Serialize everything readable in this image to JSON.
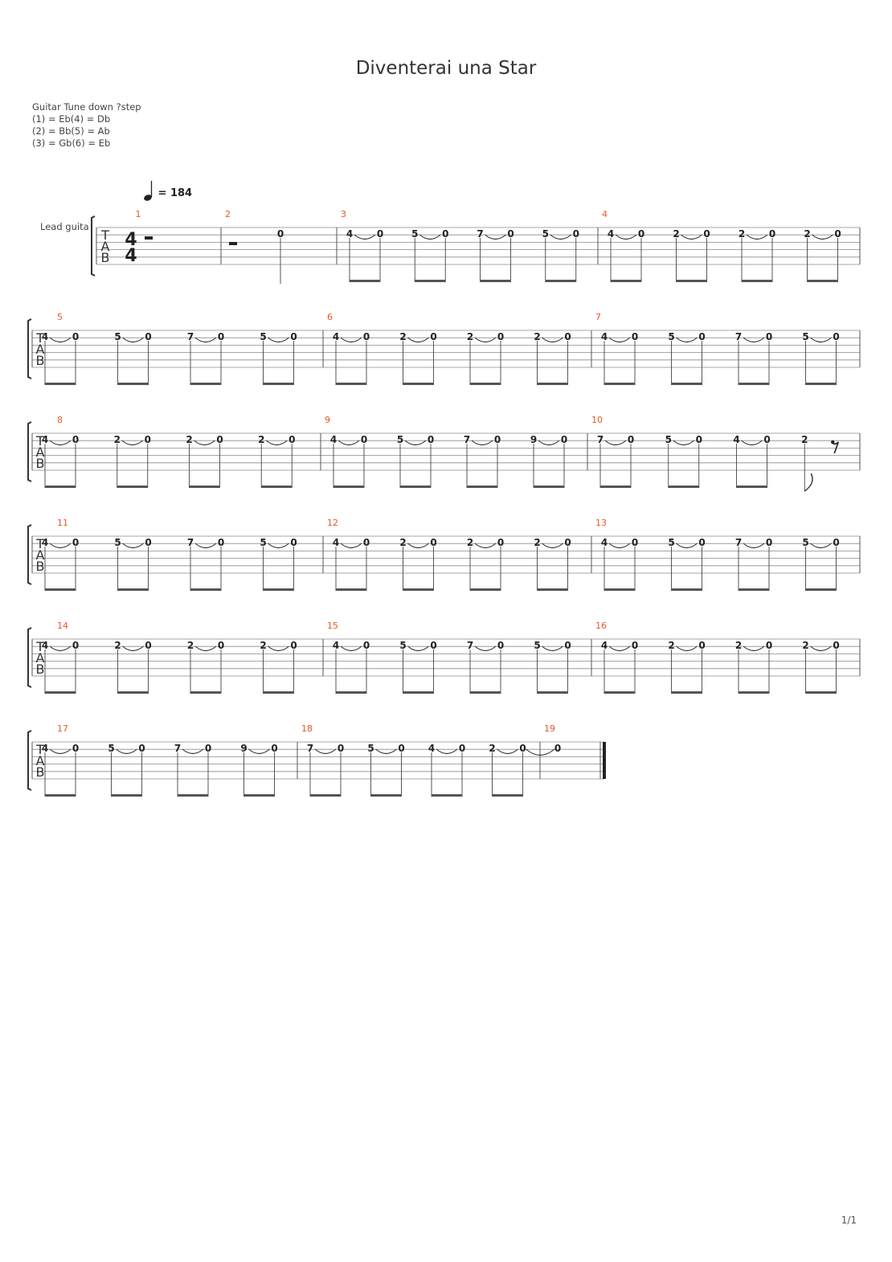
{
  "title": "Diventerai una Star",
  "tuning": {
    "header": "Guitar Tune down ?step",
    "lines": [
      "(1) = Eb(4) = Db",
      "(2) = Bb(5) = Ab",
      "(3) = Gb(6) = Eb"
    ]
  },
  "tempo": {
    "label": "= 184",
    "bpm": 184
  },
  "instrument": "Lead guita",
  "time_signature": {
    "top": "4",
    "bottom": "4"
  },
  "tab_clef": [
    "T",
    "A",
    "B"
  ],
  "colors": {
    "measure_number": "#e8572a",
    "staff": "#8a8a8a",
    "text": "#222222"
  },
  "measures": [
    {
      "number": "1",
      "content": "rest"
    },
    {
      "number": "2",
      "content": "half-rest",
      "last_note": "0"
    },
    {
      "number": "3",
      "pairs": [
        "4",
        "5",
        "7",
        "5"
      ]
    },
    {
      "number": "4",
      "pairs": [
        "4",
        "2",
        "2",
        "2"
      ]
    },
    {
      "number": "5",
      "pairs": [
        "4",
        "5",
        "7",
        "5"
      ]
    },
    {
      "number": "6",
      "pairs": [
        "4",
        "2",
        "2",
        "2"
      ]
    },
    {
      "number": "7",
      "pairs": [
        "4",
        "5",
        "7",
        "5"
      ]
    },
    {
      "number": "8",
      "pairs": [
        "4",
        "2",
        "2",
        "2"
      ]
    },
    {
      "number": "9",
      "pairs": [
        "4",
        "5",
        "7",
        "9"
      ]
    },
    {
      "number": "10",
      "pairs": [
        "7",
        "5",
        "4"
      ],
      "tail": "2"
    },
    {
      "number": "11",
      "pairs": [
        "4",
        "5",
        "7",
        "5"
      ]
    },
    {
      "number": "12",
      "pairs": [
        "4",
        "2",
        "2",
        "2"
      ]
    },
    {
      "number": "13",
      "pairs": [
        "4",
        "5",
        "7",
        "5"
      ]
    },
    {
      "number": "14",
      "pairs": [
        "4",
        "2",
        "2",
        "2"
      ]
    },
    {
      "number": "15",
      "pairs": [
        "4",
        "5",
        "7",
        "5"
      ]
    },
    {
      "number": "16",
      "pairs": [
        "4",
        "2",
        "2",
        "2"
      ]
    },
    {
      "number": "17",
      "pairs": [
        "4",
        "5",
        "7",
        "9"
      ]
    },
    {
      "number": "18",
      "pairs": [
        "7",
        "5",
        "4",
        "2"
      ]
    },
    {
      "number": "19",
      "last_note": "0"
    }
  ],
  "page_number": "1/1"
}
